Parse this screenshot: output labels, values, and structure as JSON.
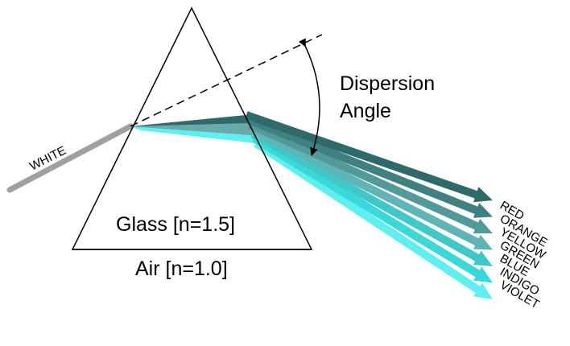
{
  "labels": {
    "white": "WHITE",
    "glass": "Glass [n=1.5]",
    "air": "Air [n=1.0]",
    "dispersion_line1": "Dispersion",
    "dispersion_line2": "Angle"
  },
  "beams": [
    {
      "name": "RED",
      "color": "#2f6a6a"
    },
    {
      "name": "ORANGE",
      "color": "#3f8080"
    },
    {
      "name": "YELLOW",
      "color": "#529a9a"
    },
    {
      "name": "GREEN",
      "color": "#5fb5b5"
    },
    {
      "name": "BLUE",
      "color": "#40c8c8"
    },
    {
      "name": "INDIGO",
      "color": "#3ad8d8"
    },
    {
      "name": "VIOLET",
      "color": "#5ef0f0"
    }
  ],
  "colors": {
    "white_beam": "#a0a0a0",
    "outline": "#000000"
  }
}
